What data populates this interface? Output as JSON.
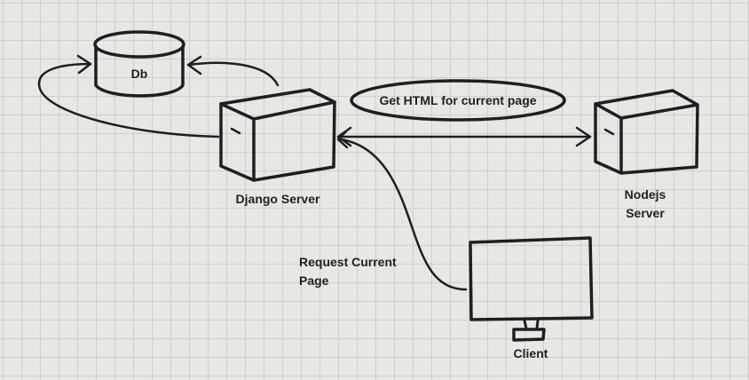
{
  "nodes": {
    "db": {
      "label": "Db",
      "icon": "database-icon"
    },
    "django": {
      "label": "Django Server",
      "icon": "server-icon"
    },
    "nodejs": {
      "line1": "Nodejs",
      "line2": "Server",
      "icon": "server-icon"
    },
    "client": {
      "label": "Client",
      "icon": "monitor-icon"
    }
  },
  "edges": {
    "html_request": {
      "label": "Get HTML for current page"
    },
    "client_request": {
      "line1": "Request Current",
      "line2": "Page"
    }
  },
  "colors": {
    "background": "#e9e7e4",
    "grid": "#c0bcb8",
    "ink": "#1f1f1f"
  }
}
